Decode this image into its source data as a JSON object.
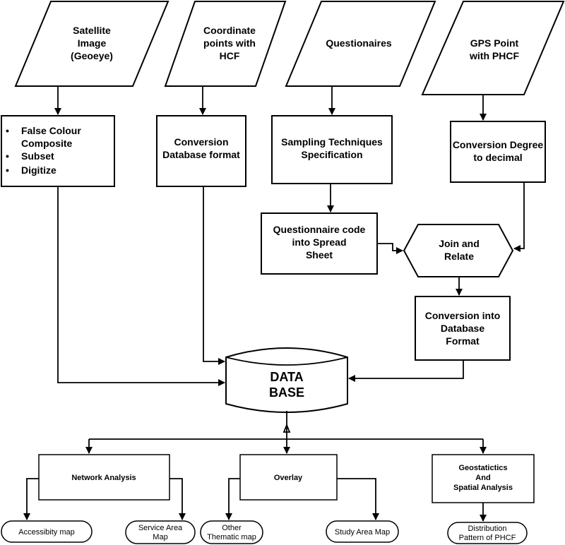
{
  "inputs": {
    "satellite": [
      "Satellite",
      "Image",
      "(Geoeye)"
    ],
    "coordinate": [
      "Coordinate",
      "points with",
      "HCF"
    ],
    "questionnaires": [
      "Questionaires"
    ],
    "gps": [
      "GPS Point",
      "with PHCF"
    ]
  },
  "process": {
    "false_colour_items": [
      "False Colour",
      "Composite",
      "Subset",
      "Digitize"
    ],
    "conversion_db": [
      "Conversion",
      "Database format"
    ],
    "sampling": [
      "Sampling Techniques",
      "Specification"
    ],
    "conversion_degree": [
      "Conversion Degree",
      "to decimal"
    ],
    "questionnaire_code": [
      "Questionnaire code",
      "into Spread",
      "Sheet"
    ],
    "join_relate": [
      "Join and",
      "Relate"
    ],
    "conversion_into_db": [
      "Conversion into",
      "Database",
      "Format"
    ]
  },
  "database": [
    "DATA",
    "BASE"
  ],
  "analysis": {
    "network": "Network Analysis",
    "overlay": "Overlay",
    "geostatistics": [
      "Geostatictics",
      "And",
      "Spatial Analysis"
    ]
  },
  "outputs": {
    "accessibility": "Accessibity map",
    "service_area": [
      "Service Area",
      "Map"
    ],
    "other_thematic": [
      "Other",
      "Thematic map"
    ],
    "study_area": "Study Area Map",
    "distribution": [
      "Distribution",
      "Pattern of PHCF"
    ]
  },
  "bullet_char": "•",
  "colors": {
    "line": "#000000",
    "fill": "#ffffff"
  }
}
